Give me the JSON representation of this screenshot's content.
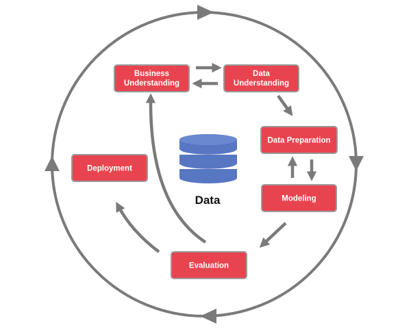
{
  "colors": {
    "box_fill": "#e8444f",
    "box_stroke": "#9a9a9a",
    "arrow": "#7a7a7a",
    "database": "#5877c2",
    "database_dark": "#3f5da8"
  },
  "center": {
    "icon": "database-icon",
    "label": "Data"
  },
  "phases": {
    "business_understanding": {
      "line1": "Business",
      "line2": "Understanding"
    },
    "data_understanding": {
      "line1": "Data",
      "line2": "Understanding"
    },
    "data_preparation": {
      "label": "Data Preparation"
    },
    "modeling": {
      "label": "Modeling"
    },
    "evaluation": {
      "label": "Evaluation"
    },
    "deployment": {
      "label": "Deployment"
    }
  }
}
